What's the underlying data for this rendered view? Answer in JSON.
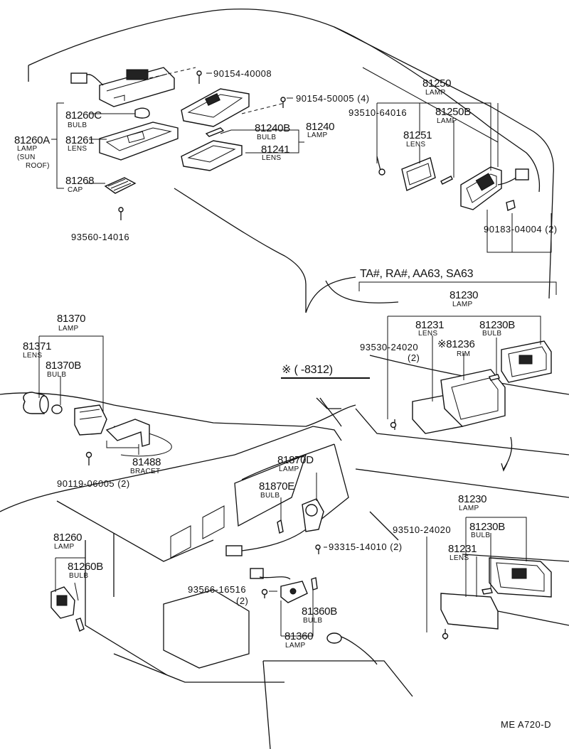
{
  "labels": {
    "p81250": "81250",
    "p81250_sub": "LAMP",
    "p93510_64016": "93510-64016",
    "p81250B": "81250B",
    "p81250B_sub": "LAMP",
    "p81251": "81251",
    "p81251_sub": "LENS",
    "p90183": "90183-04004 (2)",
    "p90154_40008": "90154-40008",
    "p90154_50005": "90154-50005 (4)",
    "p81260C": "81260C",
    "p81260C_sub": "BULB",
    "p81260A": "81260A",
    "p81260A_sub1": "LAMP",
    "p81260A_sub2": "(SUN",
    "p81260A_sub3": "ROOF)",
    "p81261": "81261",
    "p81261_sub": "LENS",
    "p81268": "81268",
    "p81268_sub": "CAP",
    "p93560": "93560-14016",
    "p81240B": "81240B",
    "p81240B_sub": "BULB",
    "p81240": "81240",
    "p81240_sub": "LAMP",
    "p81241": "81241",
    "p81241_sub": "LENS",
    "hdr_models": "TA#, RA#, AA63, SA63",
    "p81230a": "81230",
    "p81230a_sub": "LAMP",
    "p81231a": "81231",
    "p81231a_sub": "LENS",
    "p81230Ba": "81230B",
    "p81230Ba_sub": "BULB",
    "p93530": "93530-24020",
    "p93530_qty": "(2)",
    "p81236": "※81236",
    "p81236_sub": "RIM",
    "p81370": "81370",
    "p81370_sub": "LAMP",
    "p81371": "81371",
    "p81371_sub": "LENS",
    "p81370B": "81370B",
    "p81370B_sub": "BULB",
    "p81488": "81488",
    "p81488_sub": "BRACET",
    "p90119": "90119-06005 (2)",
    "range_note": "※ (      -8312)",
    "p81870D": "81870D",
    "p81870D_sub": "LAMP",
    "p81870E": "81870E",
    "p81870E_sub": "BULB",
    "p93315": "93315-14010 (2)",
    "p81260": "81260",
    "p81260_sub": "LAMP",
    "p81260B": "81260B",
    "p81260B_sub": "BULB",
    "p93566": "93566-16516",
    "p93566_qty": "(2)",
    "p81360B": "81360B",
    "p81360B_sub": "BULB",
    "p81360": "81360",
    "p81360_sub": "LAMP",
    "p81230b": "81230",
    "p81230b_sub": "LAMP",
    "p93510_24020": "93510-24020",
    "p81230Bb": "81230B",
    "p81230Bb_sub": "BULB",
    "p81231b": "81231",
    "p81231b_sub": "LENS",
    "code": "ME  A720-D"
  }
}
